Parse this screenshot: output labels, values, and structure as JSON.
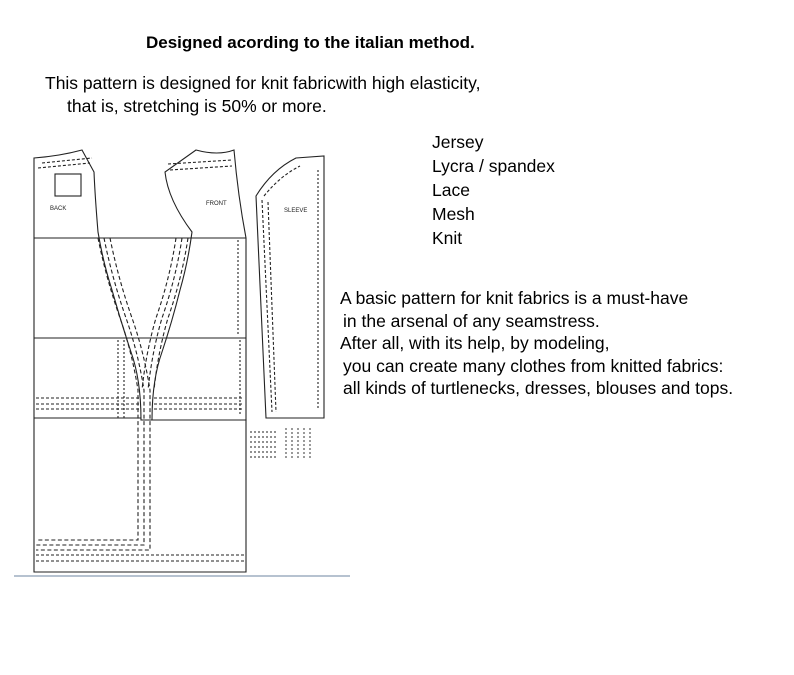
{
  "header": {
    "title": "Designed acording to the italian method."
  },
  "intro": {
    "line1": "This pattern is designed for knit fabricwith high elasticity,",
    "line2": "that is, stretching is 50% or more."
  },
  "fabrics": {
    "items": [
      "Jersey",
      "Lycra / spandex",
      "Lace",
      "Mesh",
      "Knit"
    ]
  },
  "description": {
    "lines": [
      "A basic pattern for knit fabrics is a must-have",
      "in the arsenal of any seamstress.",
      "After all, with its help, by modeling,",
      "you can create many clothes from knitted fabrics:",
      "all kinds of turtlenecks, dresses, blouses and tops."
    ]
  },
  "pattern": {
    "back_label": "BACK",
    "front_label": "FRONT",
    "sleeve_label": "SLEEVE",
    "line_color": "#222222",
    "rule_color": "#6e86a0"
  }
}
